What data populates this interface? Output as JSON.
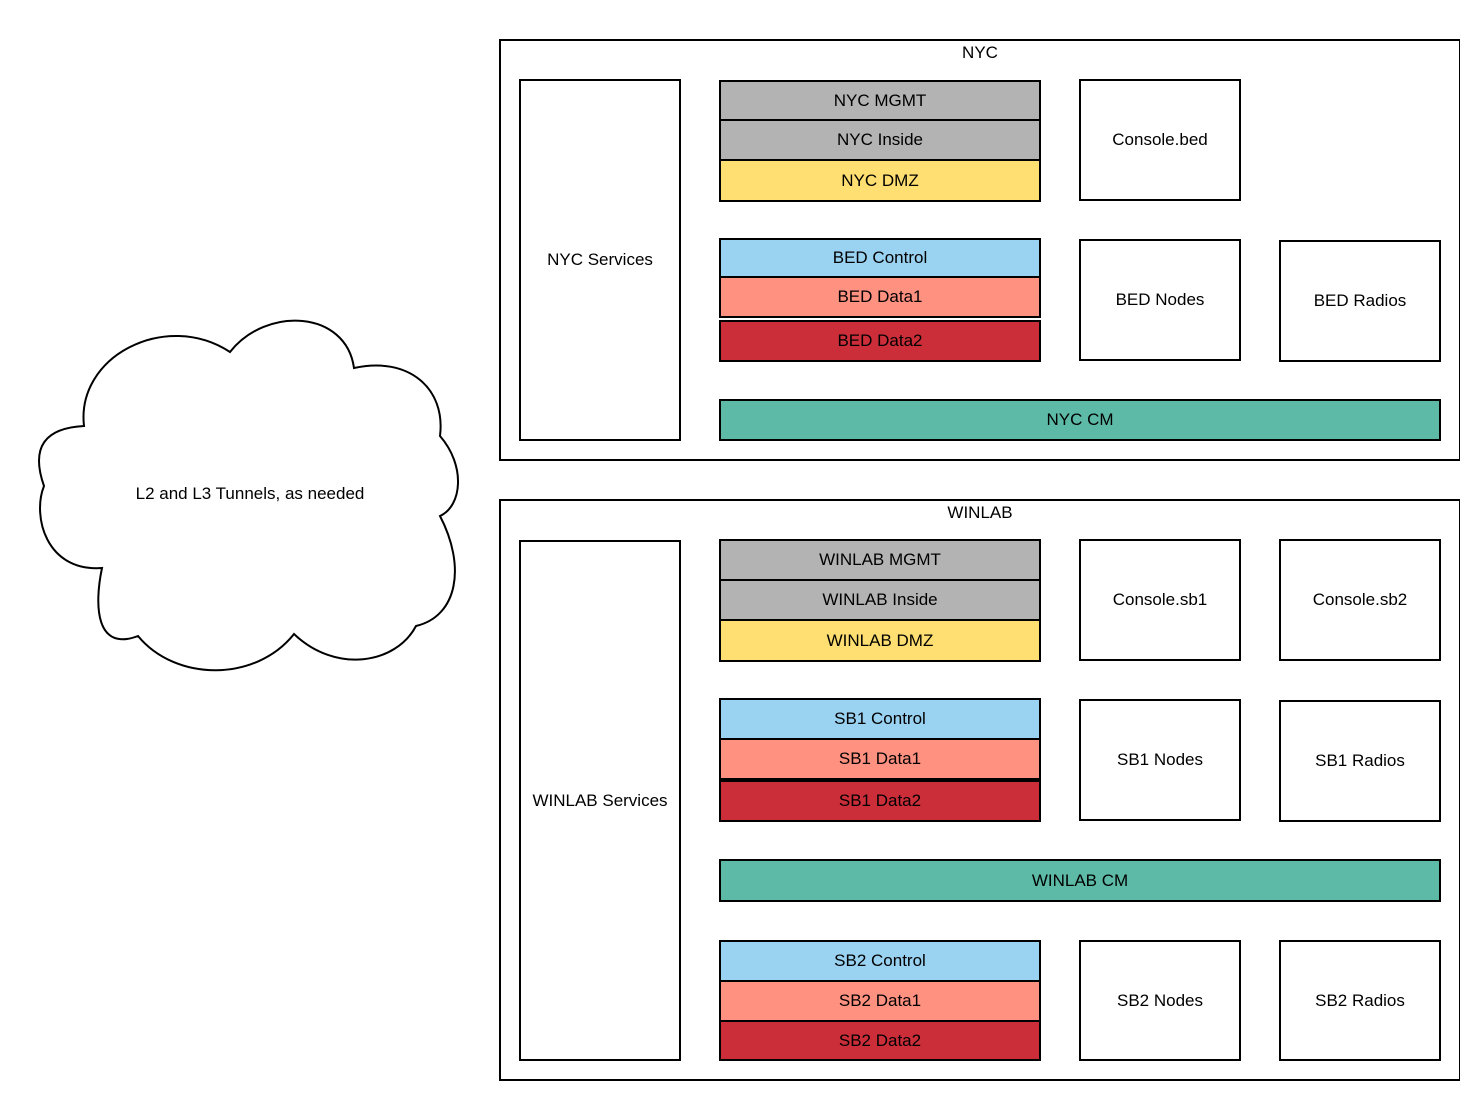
{
  "colors": {
    "gray": "#b3b3b3",
    "yellow": "#ffdf71",
    "blue": "#9ad2f2",
    "salmon": "#ff9180",
    "red": "#cc2e39",
    "teal": "#5cbaa6"
  },
  "cloud": {
    "label": "L2 and L3 Tunnels, as needed"
  },
  "nyc": {
    "title": "NYC",
    "services": "NYC Services",
    "mgmt": "NYC MGMT",
    "inside": "NYC Inside",
    "dmz": "NYC DMZ",
    "console": "Console.bed",
    "bed_control": "BED Control",
    "bed_data1": "BED Data1",
    "bed_data2": "BED Data2",
    "bed_nodes": "BED Nodes",
    "bed_radios": "BED Radios",
    "cm": "NYC CM"
  },
  "winlab": {
    "title": "WINLAB",
    "services": "WINLAB Services",
    "mgmt": "WINLAB MGMT",
    "inside": "WINLAB Inside",
    "dmz": "WINLAB DMZ",
    "console_sb1": "Console.sb1",
    "console_sb2": "Console.sb2",
    "sb1_control": "SB1 Control",
    "sb1_data1": "SB1 Data1",
    "sb1_data2": "SB1 Data2",
    "sb1_nodes": "SB1 Nodes",
    "sb1_radios": "SB1 Radios",
    "cm": "WINLAB CM",
    "sb2_control": "SB2 Control",
    "sb2_data1": "SB2 Data1",
    "sb2_data2": "SB2 Data2",
    "sb2_nodes": "SB2 Nodes",
    "sb2_radios": "SB2 Radios"
  }
}
